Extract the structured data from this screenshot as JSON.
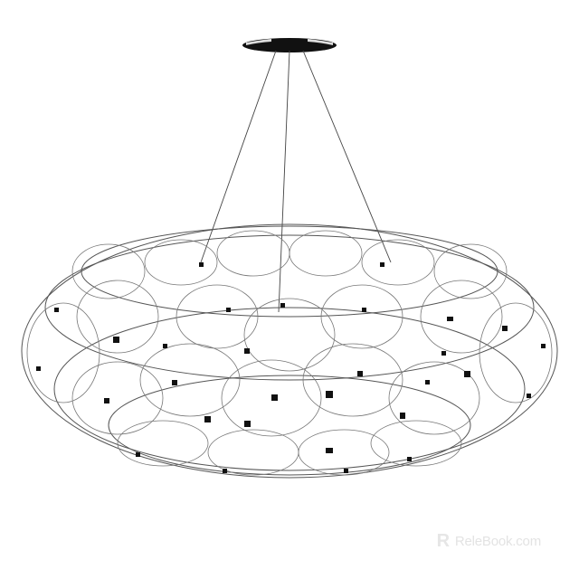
{
  "image": {
    "subject": "Wire mesh pendant lamp",
    "background": "#ffffff"
  },
  "lamp": {
    "canopy_color": "#111111",
    "wire_color": "#555555",
    "node_color": "#111111"
  },
  "watermark": {
    "logo": "R",
    "text": "ReleBook.com"
  }
}
